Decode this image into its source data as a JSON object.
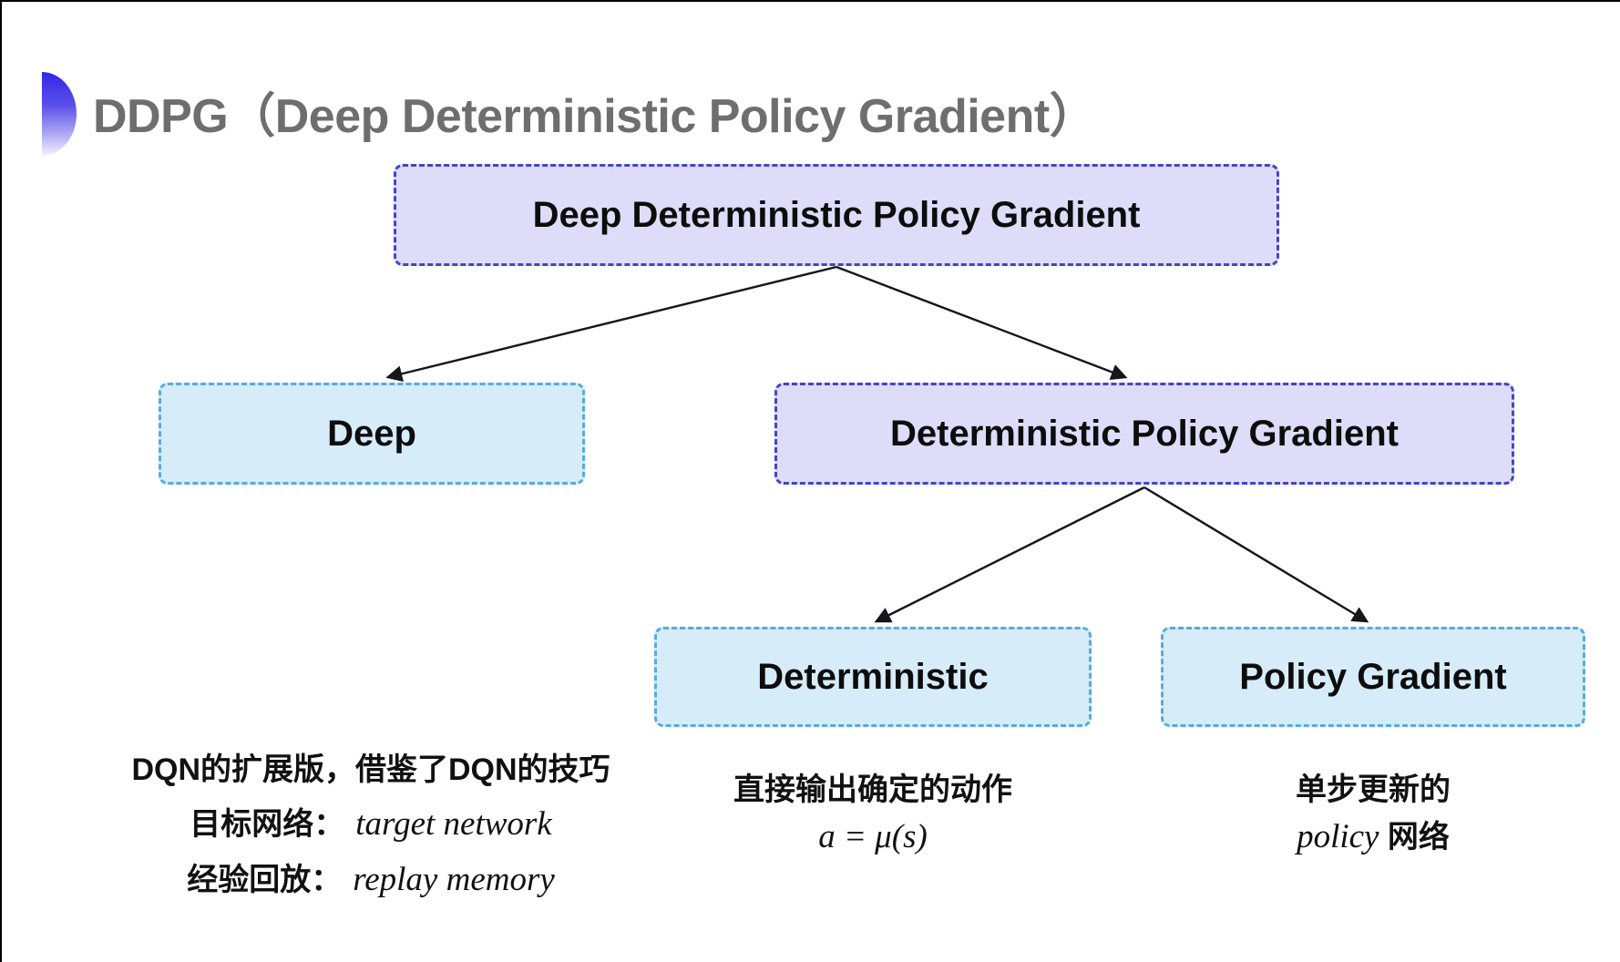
{
  "page": {
    "title": "DDPG（Deep Deterministic Policy Gradient）"
  },
  "diagram": {
    "root": {
      "label": "Deep Deterministic Policy Gradient",
      "variant": "purple"
    },
    "children": [
      {
        "label": "Deep",
        "variant": "cyan"
      },
      {
        "label": "Deterministic Policy Gradient",
        "variant": "purple"
      }
    ],
    "grandchildren": [
      {
        "label": "Deterministic",
        "variant": "cyan"
      },
      {
        "label": "Policy Gradient",
        "variant": "cyan"
      }
    ]
  },
  "notes": {
    "deep": {
      "line1": "DQN的扩展版，借鉴了DQN的技巧",
      "line2_zh": "目标网络：",
      "line2_en": "target network",
      "line3_zh": "经验回放：",
      "line3_en": "replay memory"
    },
    "deterministic": {
      "line1": "直接输出确定的动作",
      "formula": "a = μ(s)"
    },
    "policy_gradient": {
      "line1": "单步更新的",
      "line2_en": "policy",
      "line2_zh": "网络"
    }
  },
  "colors": {
    "purple_box_fill": "#dedcf8",
    "purple_box_border": "#4444cc",
    "cyan_box_fill": "#d7ecf9",
    "cyan_box_border": "#55acdd",
    "title_text": "#6e6e6e",
    "body_text": "#111111",
    "arrow": "#16161a",
    "bullet_blue": "#3226e6"
  }
}
